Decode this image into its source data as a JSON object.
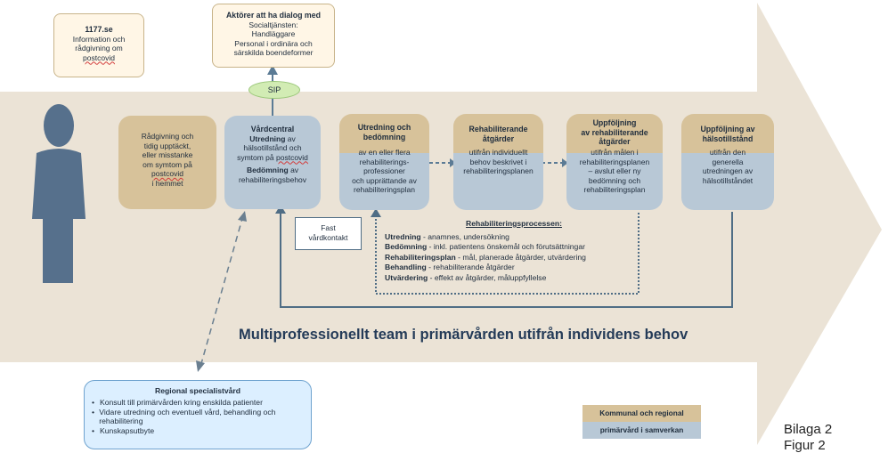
{
  "top_left": {
    "title": "1177.se",
    "line1": "Information och",
    "line2": "rådgivning om",
    "line3": "postcovid"
  },
  "actors": {
    "title": "Aktörer att ha dialog med",
    "line1": "Socialtjänsten:",
    "line2": "Handläggare",
    "line3": "Personal i ordinära och",
    "line4": "särskilda boendeformer"
  },
  "sip": "SIP",
  "advice": {
    "l1": "Rådgivning och",
    "l2": "tidig upptäckt,",
    "l3": "eller misstanke",
    "l4": "om symtom på",
    "l5": "postcovid",
    "l6": "i hemmet"
  },
  "vardcentral": {
    "title": "Vårdcentral",
    "utredning_label": "Utredning",
    "utredning_rest": " av",
    "l2": "hälsotillstånd och",
    "l3a": "symtom på ",
    "l3b": "postcovid",
    "bedomning_label": "Bedömning",
    "bedomning_rest": " av",
    "l5": "rehabiliteringsbehov"
  },
  "utredning_box": {
    "title1": "Utredning och",
    "title2": "bedömning",
    "l1": "av en eller flera",
    "l2": "rehabiliterings-",
    "l3": "professioner",
    "l4": "och upprättande av",
    "l5": "rehabiliteringsplan"
  },
  "rehab_atgarder": {
    "title1": "Rehabiliterande",
    "title2": "åtgärder",
    "l1": "utifrån individuellt",
    "l2": "behov beskrivet i",
    "l3": "rehabiliteringsplanen"
  },
  "uppfoljning_rehab": {
    "title1": "Uppföljning",
    "title2": "av rehabiliterande",
    "title3": "åtgärder",
    "l1": "utifrån målen i",
    "l2": "rehabiliteringsplanen",
    "l3": "– avslut eller ny",
    "l4": "bedömning och",
    "l5": "rehabiliteringsplan"
  },
  "uppfoljning_halsa": {
    "title1": "Uppföljning av",
    "title2": "hälsotillstånd",
    "l1": "utifrån den",
    "l2": "generella",
    "l3": "utredningen av",
    "l4": "hälsotillståndet"
  },
  "fast": {
    "l1": "Fast",
    "l2": "vårdkontakt"
  },
  "process": {
    "heading": "Rehabiliteringsprocessen:",
    "items": [
      {
        "k": "Utredning",
        "v": " - anamnes, undersökning"
      },
      {
        "k": "Bedömning",
        "v": " - inkl. patientens önskemål och förutsättningar"
      },
      {
        "k": "Rehabiliteringsplan",
        "v": " - mål, planerade åtgärder, utvärdering"
      },
      {
        "k": "Behandling",
        "v": " - rehabiliterande åtgärder"
      },
      {
        "k": "Utvärdering",
        "v": " - effekt av åtgärder, måluppfyllelse"
      }
    ]
  },
  "team_heading": "Multiprofessionellt team i primärvården utifrån individens behov",
  "specialist": {
    "title": "Regional specialistvård",
    "bullets": [
      "Konsult till primärvården kring enskilda patienter",
      "Vidare utredning och eventuell vård, behandling och rehabilitering",
      "Kunskapsutbyte"
    ]
  },
  "legend": {
    "top": "Kommunal och regional",
    "bottom": "primärvård i samverkan"
  },
  "bilaga": {
    "l1": "Bilaga 2",
    "l2": "Figur 2"
  },
  "colors": {
    "tan": "#d7c29a",
    "blue": "#b8c8d6",
    "arrow": "#ebe3d6",
    "line": "#4f6d85",
    "sip_green": "#d2ecb4",
    "specialist_bg": "#dcefff"
  }
}
